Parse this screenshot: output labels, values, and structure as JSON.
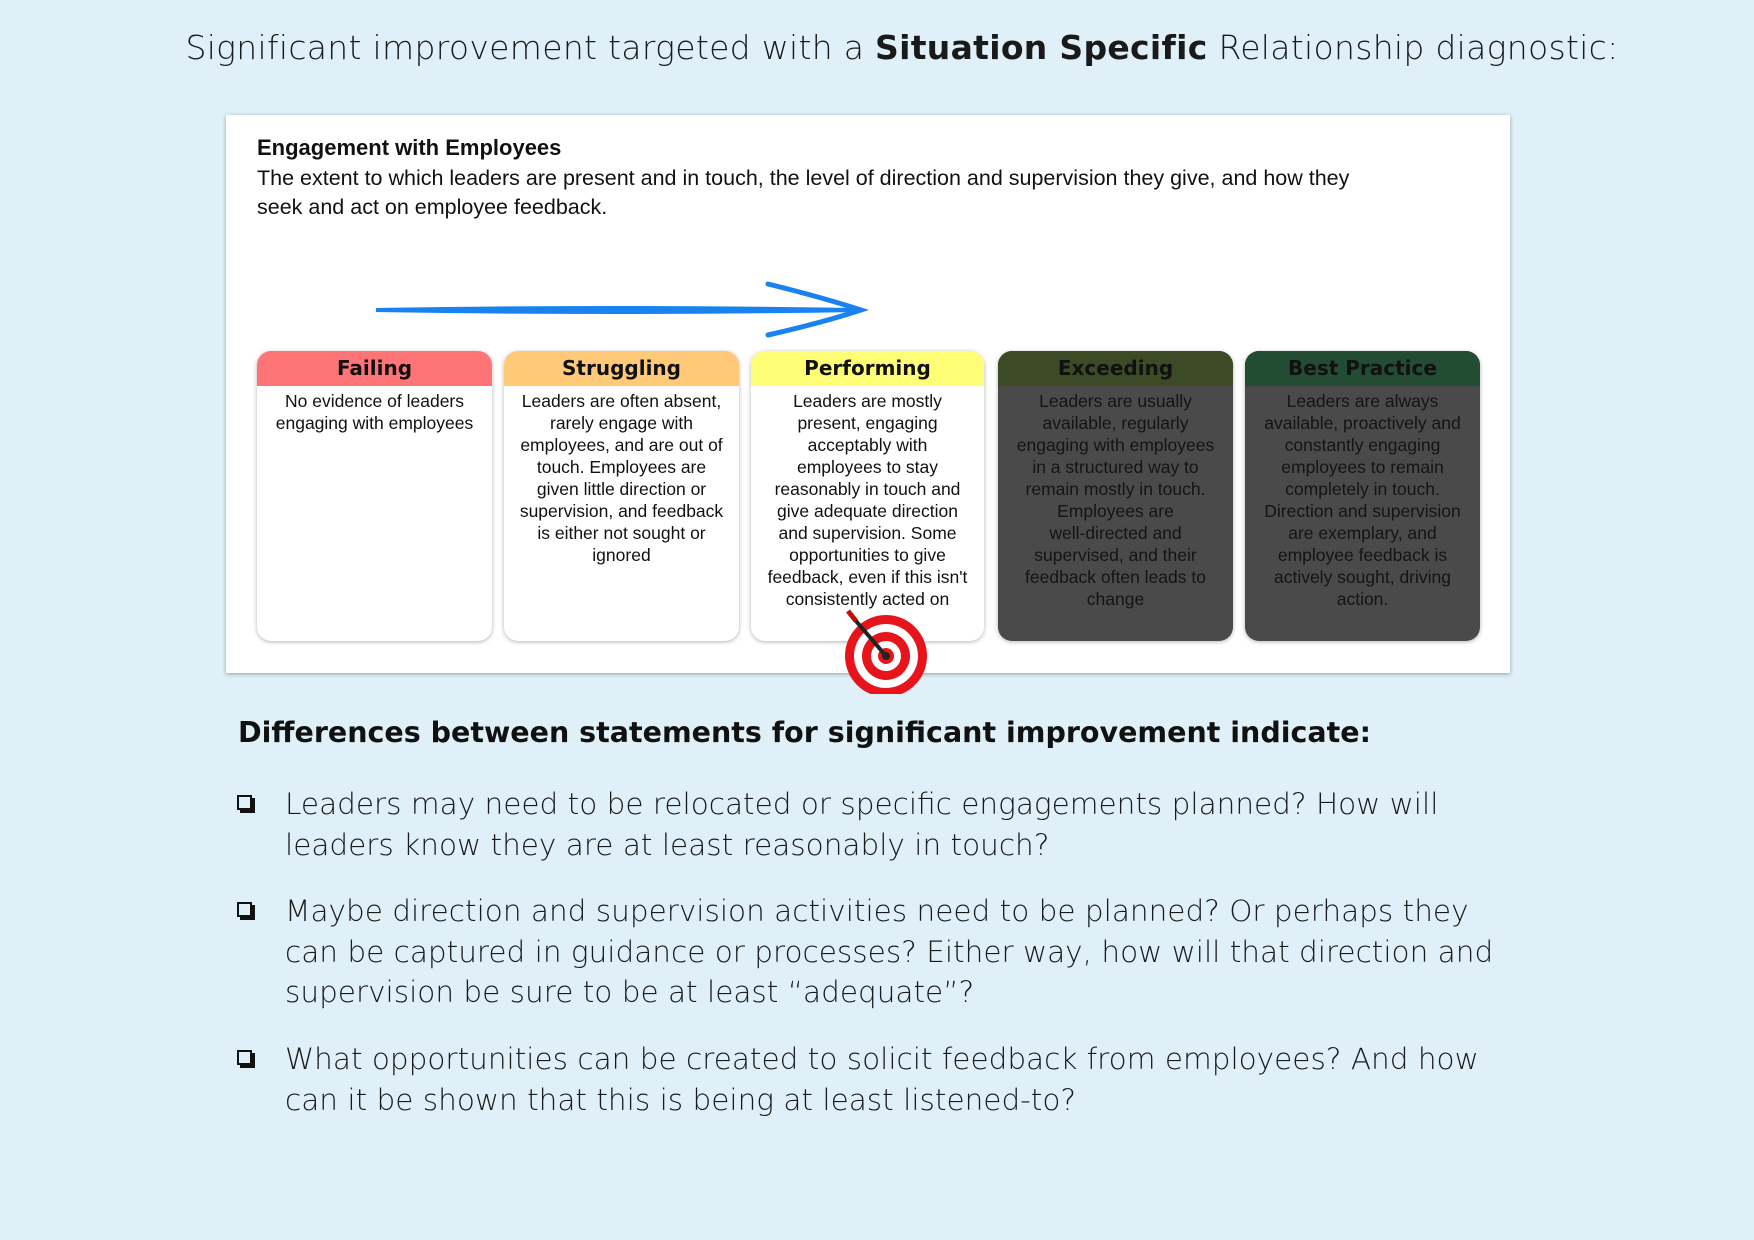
{
  "title": {
    "pre": "Significant improvement targeted with a ",
    "bold": "Situation Specific",
    "post": " Relationship diagnostic:"
  },
  "panel": {
    "heading": "Engagement with Employees",
    "description": "The extent to which leaders are present and in touch, the level of direction and supervision they give, and how they\nseek and act on employee feedback.",
    "arrow_color": "#1a82f0",
    "cards": [
      {
        "label": "Failing",
        "color": "#ff7477",
        "text": "No evidence of leaders\nengaging with employees"
      },
      {
        "label": "Struggling",
        "color": "#ffc977",
        "text": "Leaders are often absent,\nrarely engage with\nemployees, and are out of\ntouch. Employees are\ngiven little direction or\nsupervision, and feedback\nis either not sought or\nignored"
      },
      {
        "label": "Performing",
        "color": "#ffff77",
        "text": "Leaders are mostly\npresent, engaging\nacceptably with\nemployees to stay\nreasonably in touch and\ngive adequate direction\nand supervision.  Some\nopportunities to give\nfeedback, even if this isn't\nconsistently acted on"
      },
      {
        "label": "Exceeding",
        "color": "#3c4a25",
        "text": "Leaders are usually\navailable, regularly\nengaging with employees\nin a structured way to\nremain mostly in touch.\nEmployees are\nwell-directed and\nsupervised, and their\nfeedback often leads to\nchange"
      },
      {
        "label": "Best Practice",
        "color": "#234d33",
        "text": "Leaders are always\navailable, proactively and\nconstantly engaging\nemployees to remain\ncompletely in touch.\nDirection and supervision\nare exemplary, and\nemployee feedback is\nactively sought, driving\naction."
      }
    ],
    "target_icon": "bullseye-target-icon",
    "target_color": "#e8141b"
  },
  "subheading": "Differences between statements for significant improvement indicate:",
  "bullets": [
    "Leaders may need to be relocated or specific engagements planned?  How will\nleaders know they are at least reasonably in touch?",
    "Maybe direction and supervision activities need to be planned?  Or perhaps they\ncan be captured in guidance or processes?  Either way, how will that direction and\nsupervision be sure to be at least “adequate”?",
    "What opportunities can be created to solicit feedback from employees?  And how\ncan it be shown that this is being at least listened-to?"
  ]
}
